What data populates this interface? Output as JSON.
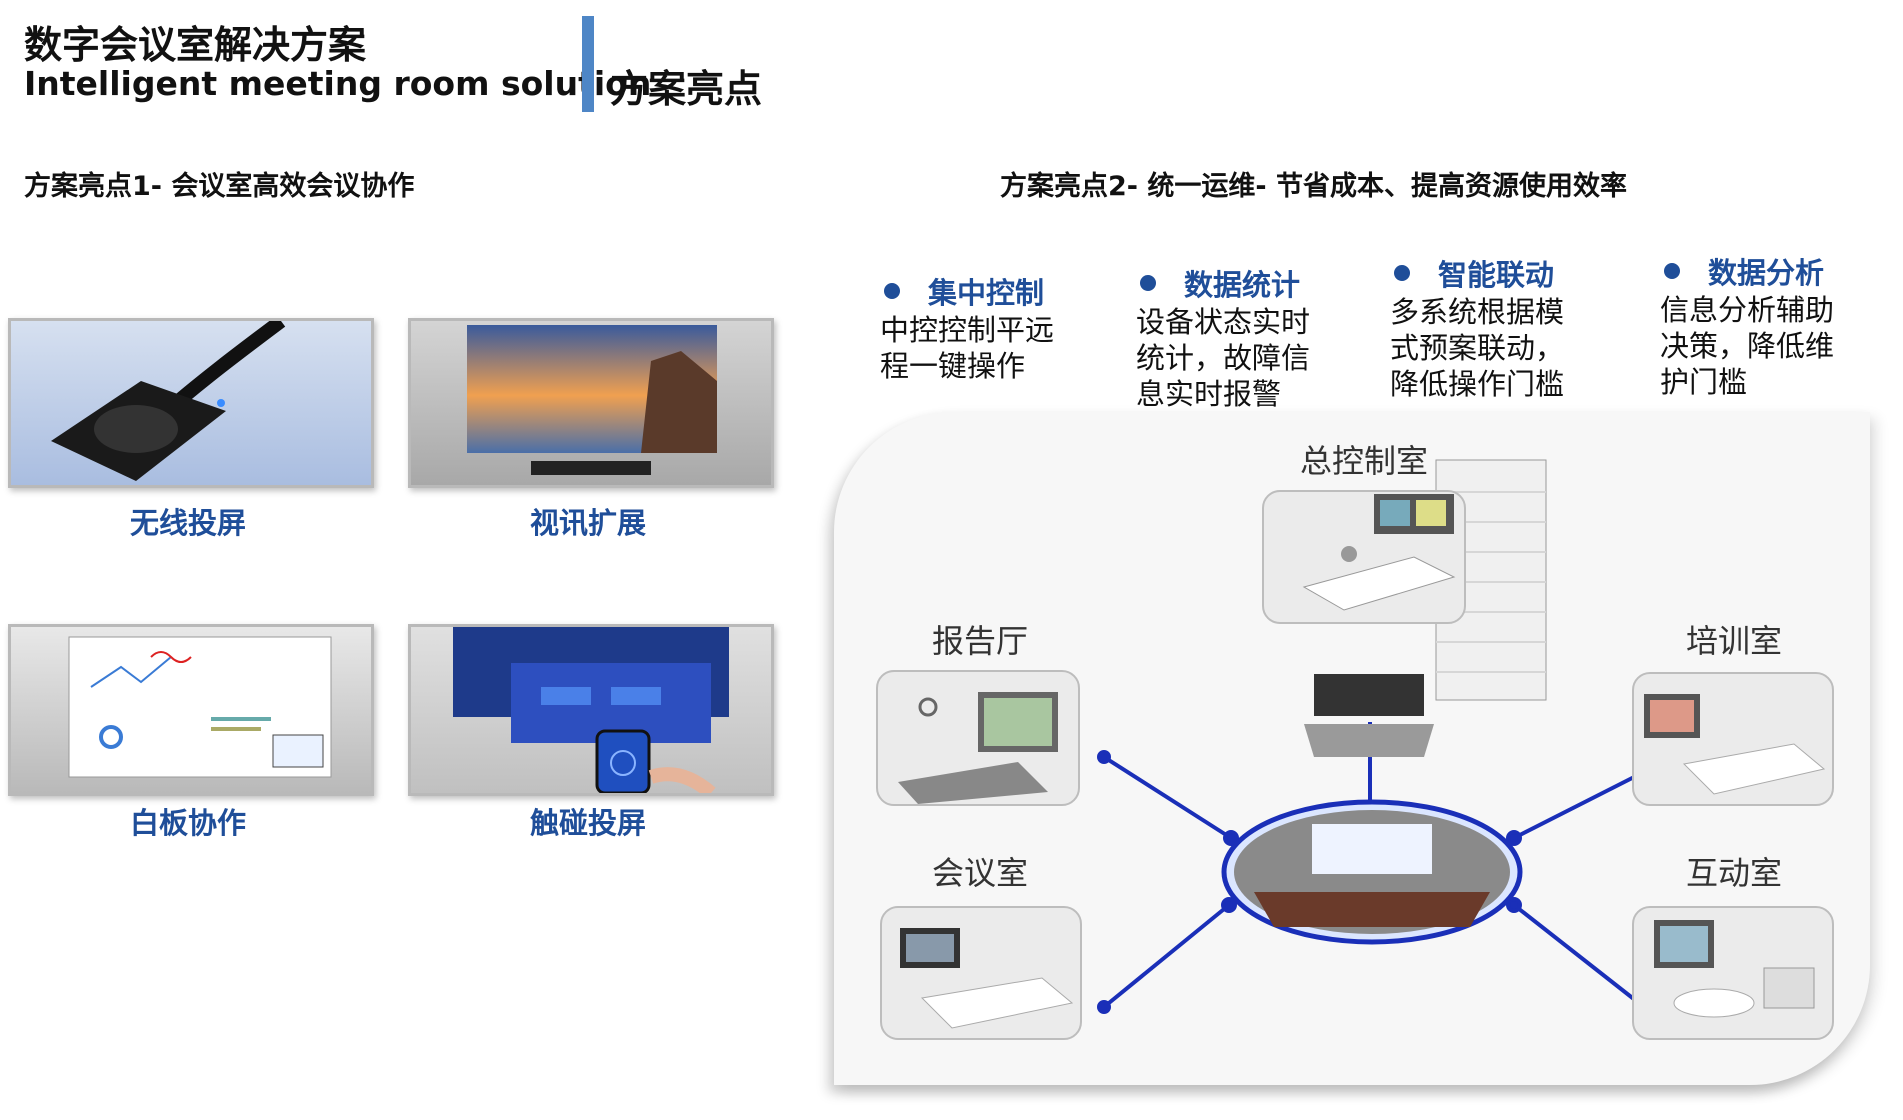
{
  "header": {
    "title_cn": "数字会议室解决方案",
    "title_en": "Intelligent meeting room solution",
    "subtitle": "方案亮点",
    "accent_color": "#4e86c6"
  },
  "section1": {
    "title": "方案亮点1- 会议室高效会议协作",
    "cards": [
      {
        "label": "无线投屏",
        "icon": "wireless-dongle"
      },
      {
        "label": "视讯扩展",
        "icon": "tv-display"
      },
      {
        "label": "白板协作",
        "icon": "whiteboard"
      },
      {
        "label": "触碰投屏",
        "icon": "touch-screen-phone"
      }
    ],
    "label_color": "#1f4e99"
  },
  "section2": {
    "title": "方案亮点2- 统一运维- 节省成本、提高资源使用效率",
    "features": [
      {
        "head": "集中控制",
        "body": [
          "中控控制平远",
          "程一键操作"
        ]
      },
      {
        "head": "数据统计",
        "body": [
          "设备状态实时",
          "统计，故障信",
          "息实时报警"
        ]
      },
      {
        "head": "智能联动",
        "body": [
          "多系统根据模",
          "式预案联动，",
          "降低操作门槛"
        ]
      },
      {
        "head": "数据分析",
        "body": [
          "信息分析辅助",
          "决策，降低维",
          "护门槛"
        ]
      }
    ],
    "rooms": {
      "control": "总控制室",
      "report": "报告厅",
      "training": "培训室",
      "meeting": "会议室",
      "interactive": "互动室"
    },
    "network_color": "#1a2fb8"
  }
}
